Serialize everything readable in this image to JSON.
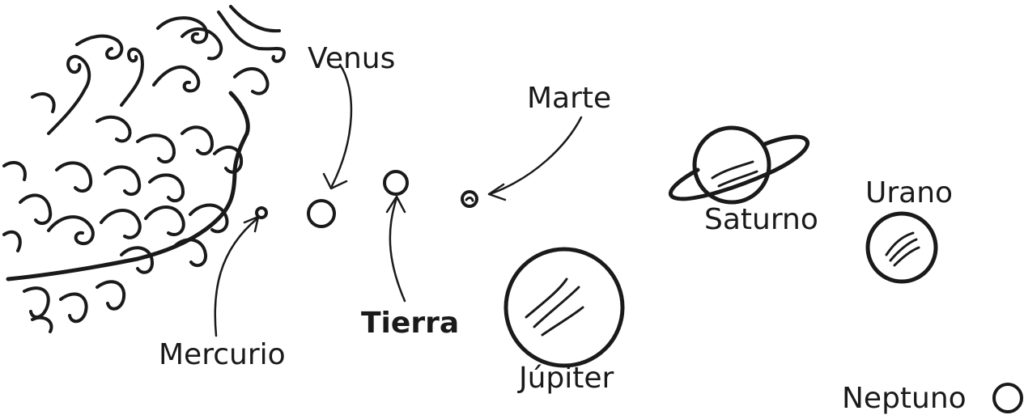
{
  "labels": {
    "venus": "Venus",
    "marte": "Marte",
    "saturno": "Saturno",
    "urano": "Urano",
    "tierra": "Tierra",
    "mercurio": "Mercurio",
    "jupiter": "Júpiter",
    "neptuno": "Neptuno"
  },
  "colors": {
    "ink": "#1a1a1a",
    "background": "#ffffff"
  }
}
